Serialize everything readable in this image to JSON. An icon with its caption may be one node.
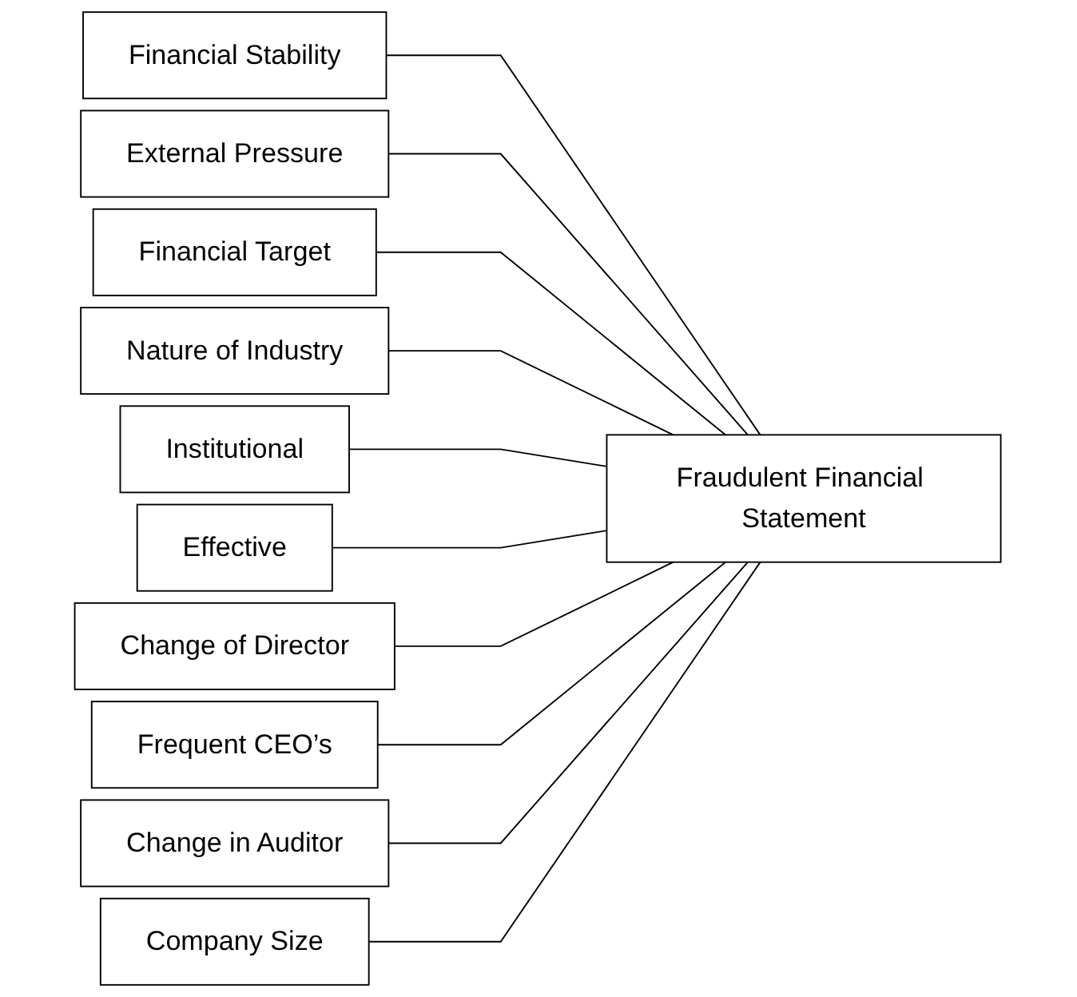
{
  "diagram": {
    "nodes": [
      {
        "text": [
          "Financial Stability"
        ]
      },
      {
        "text": [
          "External Pressure"
        ]
      },
      {
        "text": [
          "Financial Target"
        ]
      },
      {
        "text": [
          "Nature of Industry"
        ]
      },
      {
        "text": [
          "Institutional"
        ]
      },
      {
        "text": [
          "Effective"
        ]
      },
      {
        "text": [
          "Change of Director"
        ]
      },
      {
        "text": [
          "Frequent CEO’s"
        ]
      },
      {
        "text": [
          "Change in Auditor"
        ]
      },
      {
        "text": [
          "Company Size"
        ]
      },
      {
        "text": [
          "Fraudulent Financial Statement"
        ]
      }
    ],
    "edges": [
      {
        "from": 0,
        "to": 10,
        "arrow": "none"
      },
      {
        "from": 1,
        "to": 10,
        "arrow": "none"
      },
      {
        "from": 2,
        "to": 10,
        "arrow": "none"
      },
      {
        "from": 3,
        "to": 10,
        "arrow": "none"
      },
      {
        "from": 4,
        "to": 10,
        "arrow": "none"
      },
      {
        "from": 5,
        "to": 10,
        "arrow": "none"
      },
      {
        "from": 6,
        "to": 10,
        "arrow": "none"
      },
      {
        "from": 7,
        "to": 10,
        "arrow": "none"
      },
      {
        "from": 8,
        "to": 10,
        "arrow": "none"
      },
      {
        "from": 9,
        "to": 10,
        "arrow": "none"
      }
    ]
  }
}
